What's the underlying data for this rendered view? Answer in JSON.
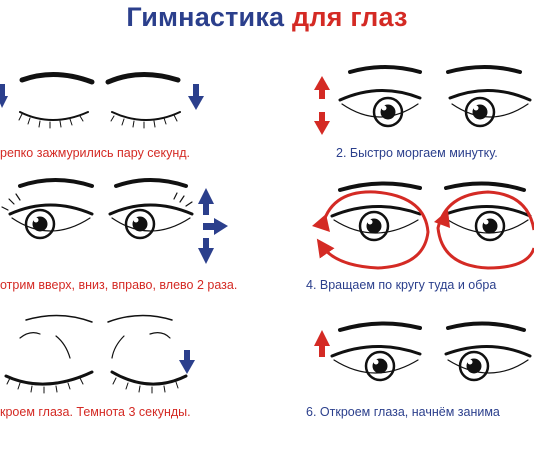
{
  "title": {
    "part1": "Гимнастика",
    "part2": "для глаз"
  },
  "steps": [
    {
      "caption": "репко зажмурились пару секунд.",
      "color": "#d42a24"
    },
    {
      "caption": "2. Быстро моргаем минутку.",
      "color": "#2b3f8c"
    },
    {
      "caption": "отрим вверх, вниз, вправо, влево 2 раза.",
      "color": "#d42a24"
    },
    {
      "caption": "4. Вращаем по кругу туда и обра",
      "color": "#2b3f8c"
    },
    {
      "caption": "кроем глаза. Темнота 3 секунды.",
      "color": "#d42a24"
    },
    {
      "caption": "6. Откроем глаза, начнём занима",
      "color": "#2b3f8c"
    }
  ],
  "colors": {
    "red": "#d42a24",
    "blue": "#2b3f8c"
  }
}
